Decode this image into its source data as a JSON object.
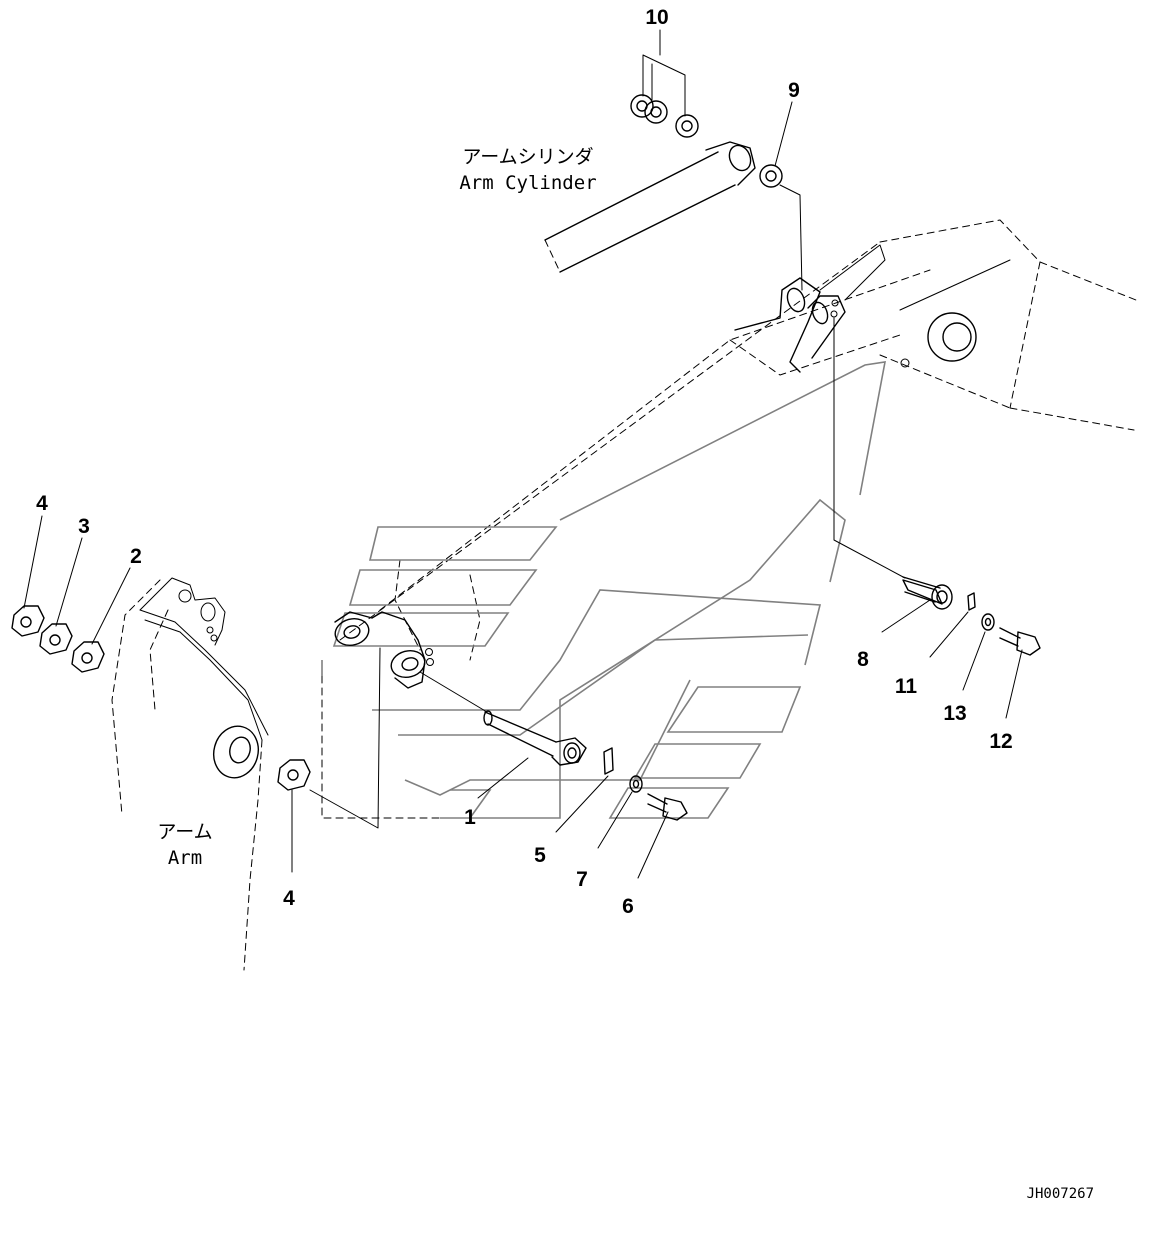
{
  "callouts": {
    "c1": "1",
    "c2": "2",
    "c3": "3",
    "c4a": "4",
    "c4b": "4",
    "c5": "5",
    "c6": "6",
    "c7": "7",
    "c8": "8",
    "c9": "9",
    "c10": "10",
    "c11": "11",
    "c12": "12",
    "c13": "13"
  },
  "labels": {
    "arm_cylinder_jp": "アームシリンダ",
    "arm_cylinder_en": "Arm Cylinder",
    "arm_jp": "アーム",
    "arm_en": "Arm"
  },
  "drawing_code": "JH007267"
}
